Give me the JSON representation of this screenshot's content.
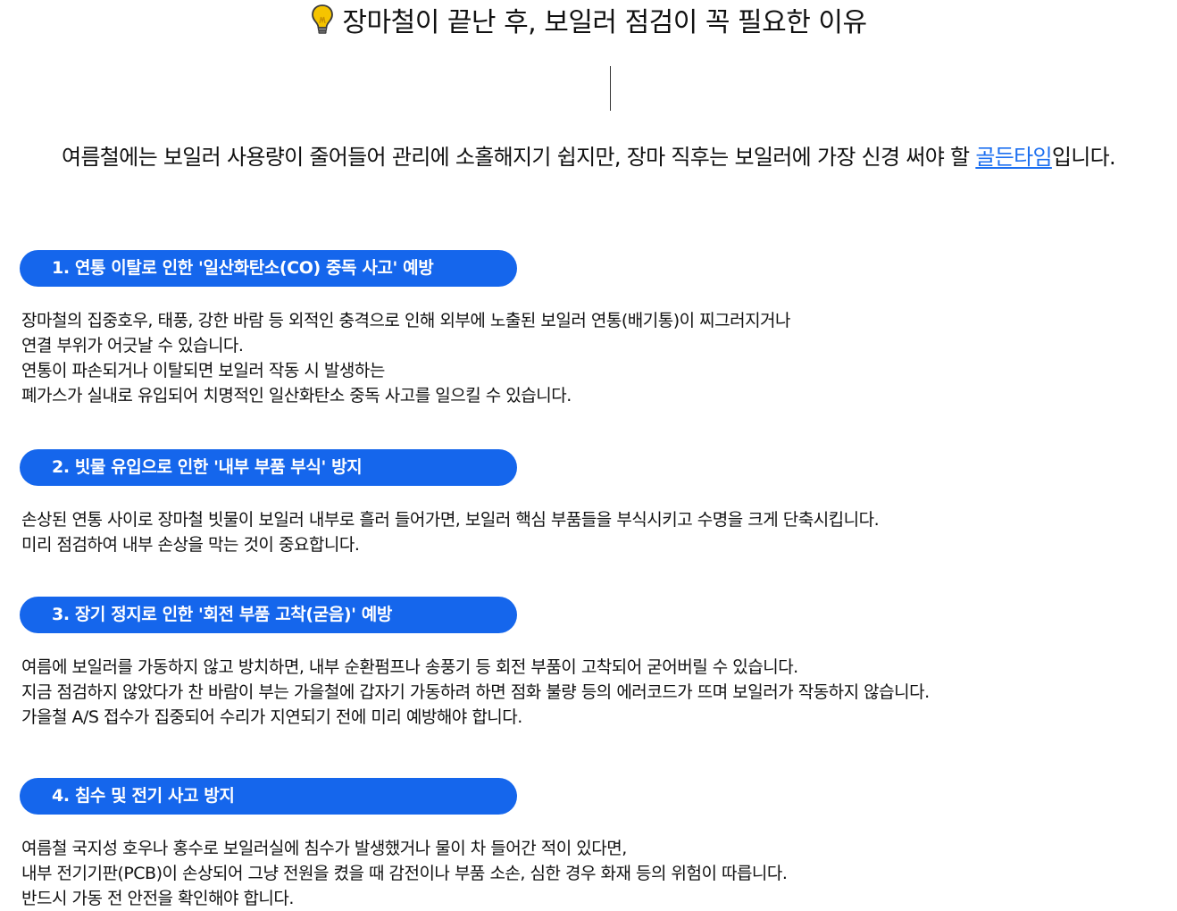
{
  "header": {
    "icon": "lightbulb-icon",
    "title": "장마철이 끝난 후, 보일러 점검이 꼭 필요한 이유"
  },
  "intro": {
    "before": "여름철에는 보일러 사용량이 줄어들어 관리에 소홀해지기 쉽지만, 장마 직후는 보일러에 가장 신경 써야 할 ",
    "link": "골든타임",
    "after": "입니다."
  },
  "colors": {
    "accent": "#1566ec",
    "link": "#1c6ff0",
    "bulb": "#f5c400"
  },
  "sections": [
    {
      "heading": "1. 연통 이탈로 인한 '일산화탄소(CO) 중독 사고' 예방",
      "lines": [
        "장마철의 집중호우, 태풍, 강한 바람 등 외적인 충격으로 인해 외부에 노출된 보일러 연통(배기통)이 찌그러지거나",
        "연결 부위가 어긋날 수 있습니다.",
        "연통이 파손되거나 이탈되면 보일러 작동 시 발생하는",
        "폐가스가 실내로 유입되어 치명적인 일산화탄소 중독 사고를 일으킬 수 있습니다."
      ]
    },
    {
      "heading": "2. 빗물 유입으로 인한 '내부 부품 부식' 방지",
      "lines": [
        "손상된 연통 사이로 장마철 빗물이 보일러 내부로 흘러 들어가면, 보일러 핵심 부품들을 부식시키고 수명을 크게 단축시킵니다.",
        "미리 점검하여 내부 손상을 막는 것이 중요합니다."
      ]
    },
    {
      "heading": "3. 장기 정지로 인한 '회전 부품 고착(굳음)' 예방",
      "lines": [
        "여름에 보일러를 가동하지 않고 방치하면, 내부 순환펌프나 송풍기 등 회전 부품이 고착되어 굳어버릴 수 있습니다.",
        "지금 점검하지 않았다가 찬 바람이 부는 가을철에 갑자기 가동하려 하면 점화 불량 등의 에러코드가 뜨며 보일러가 작동하지 않습니다.",
        "가을철 A/S 접수가 집중되어 수리가 지연되기 전에 미리 예방해야 합니다."
      ]
    },
    {
      "heading": "4. 침수 및 전기 사고 방지",
      "lines": [
        "여름철 국지성 호우나 홍수로 보일러실에 침수가 발생했거나 물이 차 들어간 적이 있다면,",
        "내부 전기기판(PCB)이 손상되어 그냥 전원을 켰을 때 감전이나 부품 소손, 심한 경우 화재 등의 위험이 따릅니다.",
        "반드시 가동 전 안전을 확인해야 합니다."
      ]
    }
  ]
}
